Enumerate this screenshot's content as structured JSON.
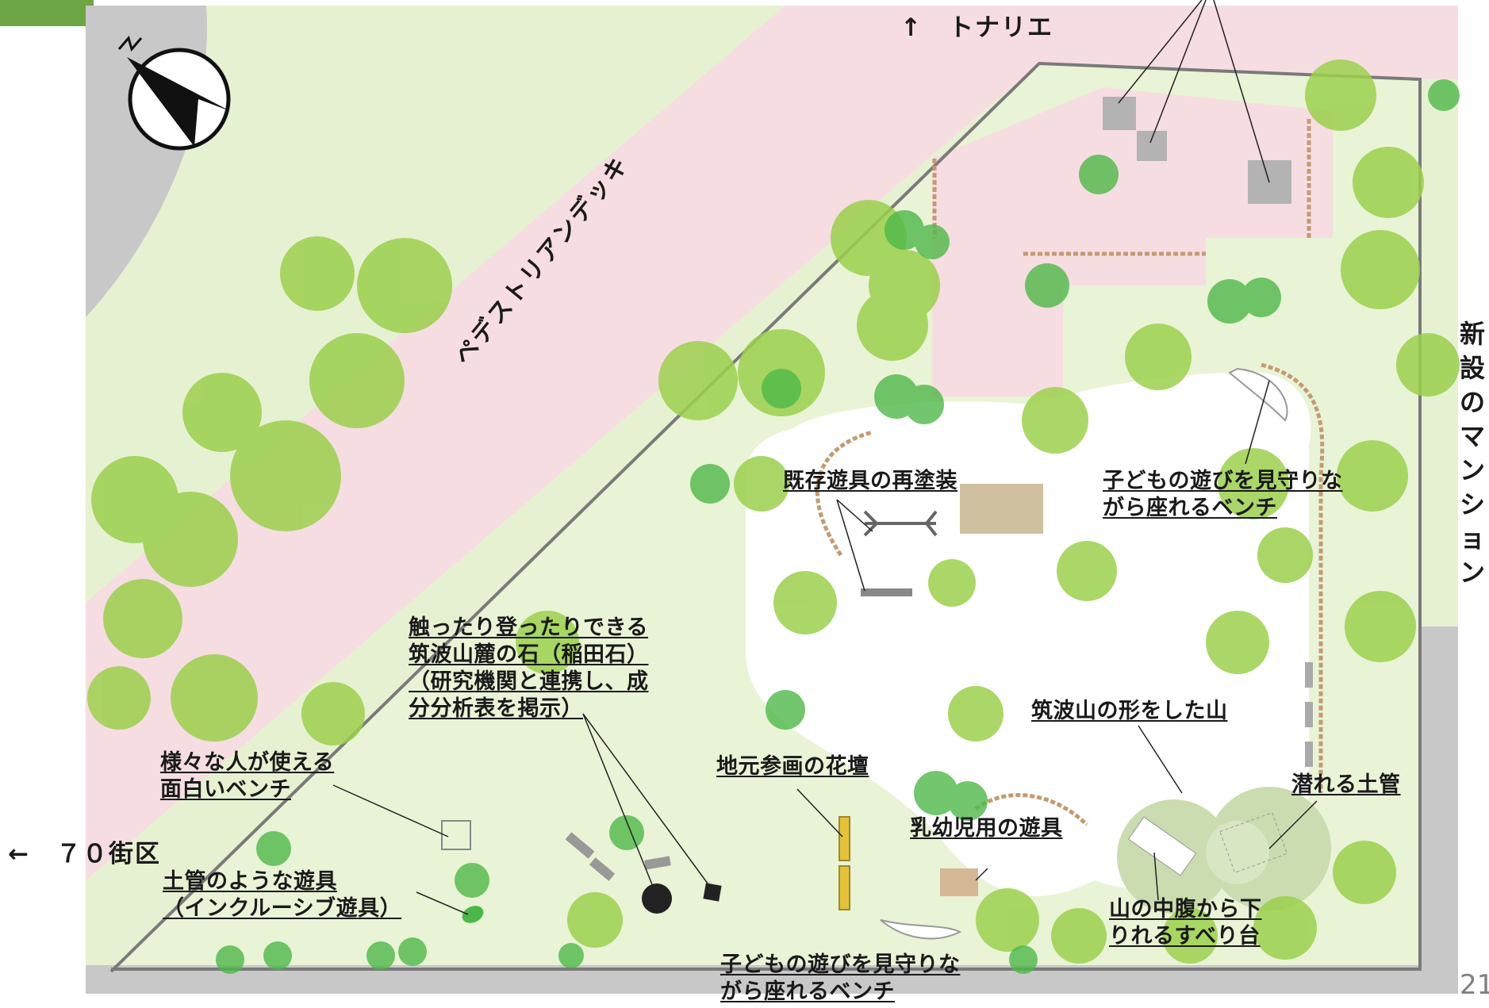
{
  "colors": {
    "lawn": "#e6f1d2",
    "deck": "#f6dde1",
    "plaza": "#ffffff",
    "road": "#c8c8c8",
    "tree_light": "#9cd04d",
    "tree_dark": "#4fb849",
    "fence": "#c49a73",
    "accent_green": "#6da544"
  },
  "icons": {
    "compass": "north-arrow-icon"
  },
  "directions": {
    "north": "↑　トナリエ",
    "west": "←　７０街区",
    "east": [
      "新",
      "設",
      "の",
      "マ",
      "ン",
      "シ",
      "ョ",
      "ン"
    ]
  },
  "deck_label": "ペデストリアンデッキ",
  "labels": {
    "repaint": [
      "既存遊具の再塗装"
    ],
    "bench_top": [
      "子どもの遊びを見守りな",
      "がら座れるベンチ"
    ],
    "stone": [
      "触ったり登ったりできる",
      "筑波山麓の石（稲田石）",
      "（研究機関と連携し、成",
      "分分析表を掲示）"
    ],
    "fun_bench": [
      "様々な人が使える",
      "面白いベンチ"
    ],
    "pipe_play": [
      "土管のような遊具",
      "（インクルーシブ遊具）"
    ],
    "flowerbed": [
      "地元参画の花壇"
    ],
    "mountain": [
      "筑波山の形をした山"
    ],
    "infant": [
      "乳幼児用の遊具"
    ],
    "tunnel": [
      "潜れる土管"
    ],
    "slide": [
      "山の中腹から下",
      "りれるすべり台"
    ],
    "bench_bottom": [
      "子どもの遊びを見守りな",
      "がら座れるベンチ"
    ]
  },
  "page_number": "21"
}
